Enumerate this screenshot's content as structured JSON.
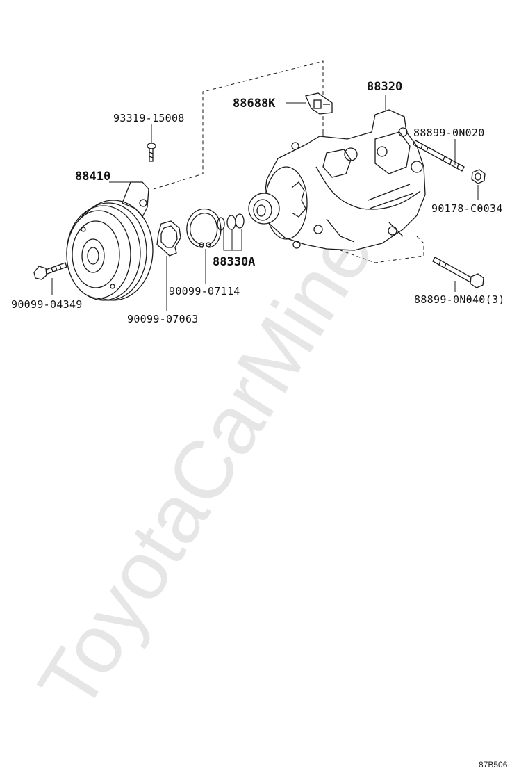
{
  "watermark": "ToyotaCarMine.ru",
  "diagram_code": "87B506",
  "labels": {
    "p93319": "93319-15008",
    "p88410": "88410",
    "p90099_04349": "90099-04349",
    "p90099_07063": "90099-07063",
    "p90099_07114": "90099-07114",
    "p88330A": "88330A",
    "p88688K": "88688K",
    "p88320": "88320",
    "p88899_0N020": "88899-0N020",
    "p90178": "90178-C0034",
    "p88899_0N040": "88899-0N040(3)"
  }
}
